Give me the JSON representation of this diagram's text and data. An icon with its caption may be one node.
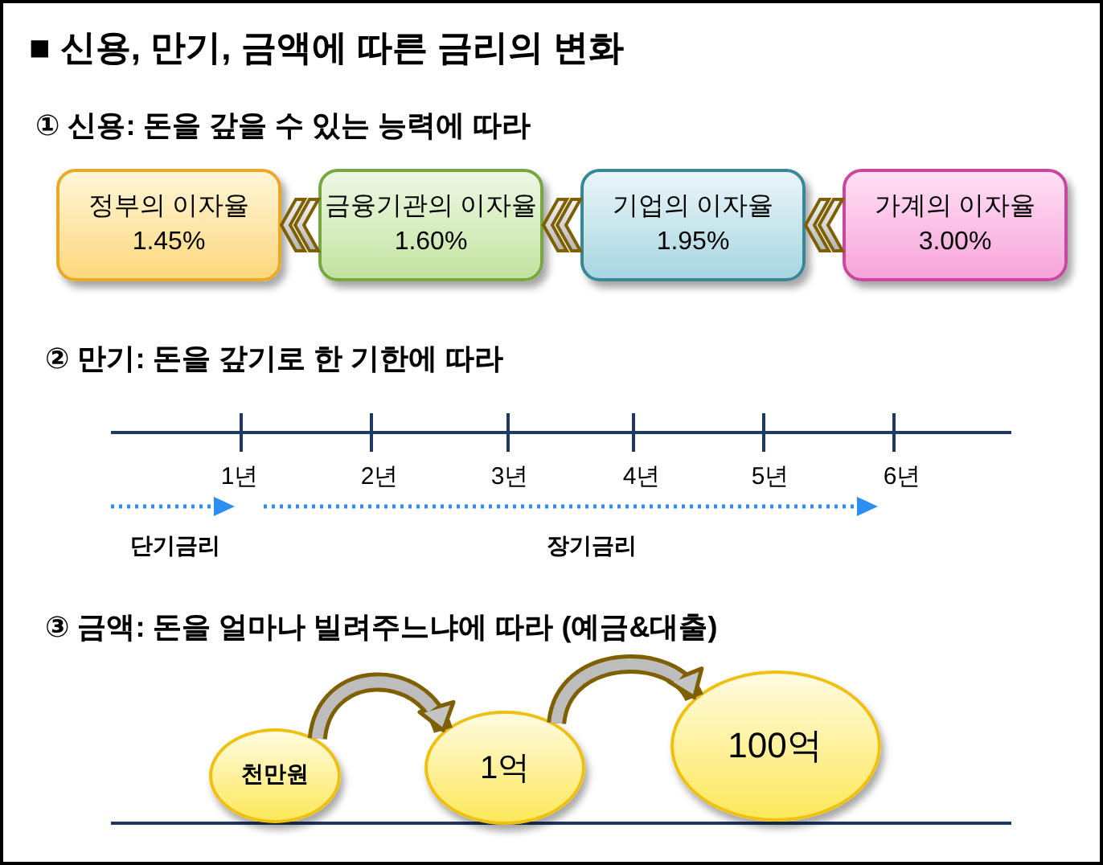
{
  "diagram": {
    "title": "■ 신용, 만기, 금액에 따른 금리의 변화",
    "nodes": [
      {
        "text": [
          "정부의 이자율",
          "1.45%"
        ]
      },
      {
        "text": [
          "금융기관의 이자율",
          "1.60%"
        ]
      },
      {
        "text": [
          "기업의 이자율",
          "1.95%"
        ]
      },
      {
        "text": [
          "가계의 이자율",
          "3.00%"
        ]
      },
      {
        "text": [
          "천만원"
        ]
      },
      {
        "text": [
          "1억"
        ]
      },
      {
        "text": [
          "100억"
        ]
      }
    ],
    "edges": [
      {
        "from": 1,
        "to": 0,
        "arrow": "to"
      },
      {
        "from": 2,
        "to": 1,
        "arrow": "to"
      },
      {
        "from": 3,
        "to": 2,
        "arrow": "to"
      },
      {
        "from": 4,
        "to": 5,
        "arrow": "to"
      },
      {
        "from": 5,
        "to": 6,
        "arrow": "to"
      }
    ],
    "labels": [
      "① 신용: 돈을 갚을 수 있는 능력에 따라",
      "② 만기: 돈을 갚기로 한 기한에 따라",
      "1년",
      "2년",
      "3년",
      "4년",
      "5년",
      "6년",
      "단기금리",
      "장기금리",
      "③ 금액: 돈을 얼마나 빌려주느냐에 따라 (예금&대출)"
    ]
  }
}
